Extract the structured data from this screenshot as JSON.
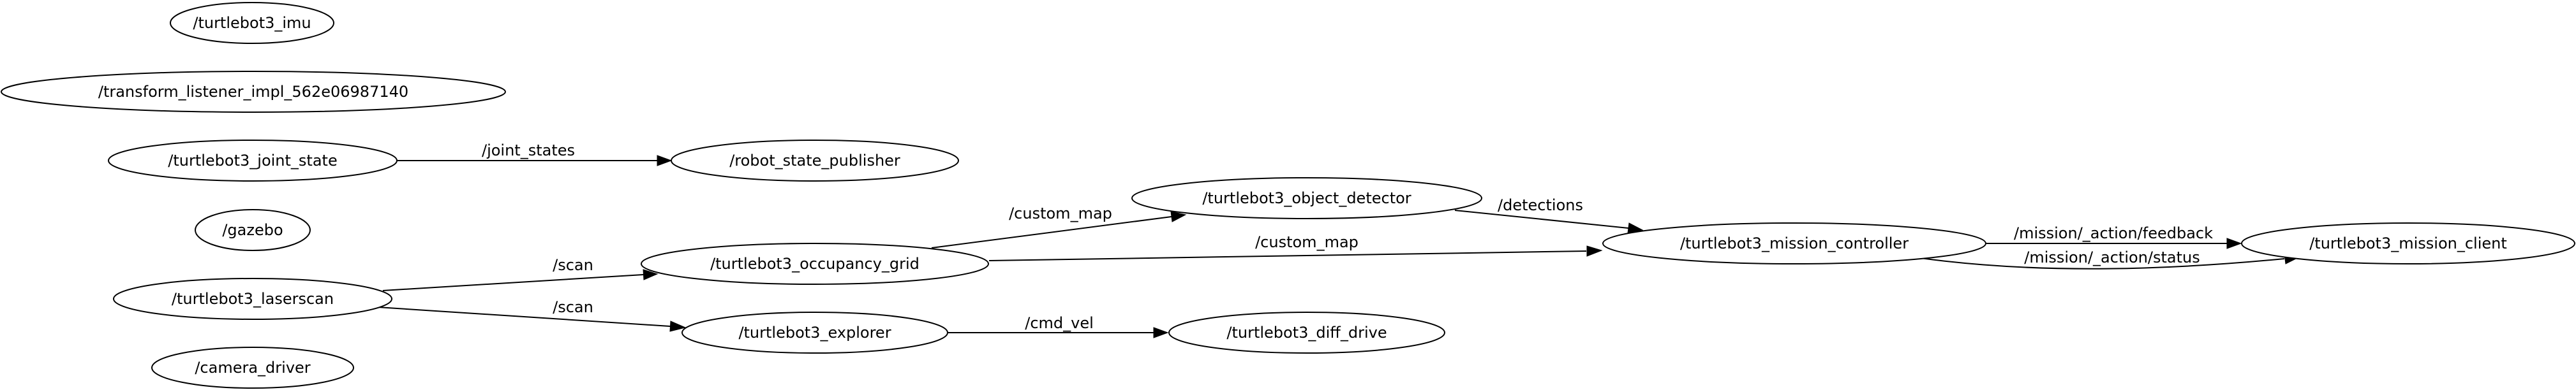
{
  "nodes": [
    {
      "id": "imu",
      "label": "/turtlebot3_imu"
    },
    {
      "id": "tf",
      "label": "/transform_listener_impl_562e06987140"
    },
    {
      "id": "joint_state",
      "label": "/turtlebot3_joint_state"
    },
    {
      "id": "rsp",
      "label": "/robot_state_publisher"
    },
    {
      "id": "gazebo",
      "label": "/gazebo"
    },
    {
      "id": "laserscan",
      "label": "/turtlebot3_laserscan"
    },
    {
      "id": "camera",
      "label": "/camera_driver"
    },
    {
      "id": "occupancy",
      "label": "/turtlebot3_occupancy_grid"
    },
    {
      "id": "explorer",
      "label": "/turtlebot3_explorer"
    },
    {
      "id": "object_detector",
      "label": "/turtlebot3_object_detector"
    },
    {
      "id": "diff_drive",
      "label": "/turtlebot3_diff_drive"
    },
    {
      "id": "mission_controller",
      "label": "/turtlebot3_mission_controller"
    },
    {
      "id": "mission_client",
      "label": "/turtlebot3_mission_client"
    }
  ],
  "edges": [
    {
      "id": "e_joint_states",
      "from": "joint_state",
      "to": "rsp",
      "label": "/joint_states"
    },
    {
      "id": "e_scan_occupancy",
      "from": "laserscan",
      "to": "occupancy",
      "label": "/scan"
    },
    {
      "id": "e_scan_explorer",
      "from": "laserscan",
      "to": "explorer",
      "label": "/scan"
    },
    {
      "id": "e_custom_map_detector",
      "from": "occupancy",
      "to": "object_detector",
      "label": "/custom_map"
    },
    {
      "id": "e_custom_map_controller",
      "from": "occupancy",
      "to": "mission_controller",
      "label": "/custom_map"
    },
    {
      "id": "e_detections",
      "from": "object_detector",
      "to": "mission_controller",
      "label": "/detections"
    },
    {
      "id": "e_cmd_vel",
      "from": "explorer",
      "to": "diff_drive",
      "label": "/cmd_vel"
    },
    {
      "id": "e_feedback",
      "from": "mission_controller",
      "to": "mission_client",
      "label": "/mission/_action/feedback"
    },
    {
      "id": "e_status",
      "from": "mission_controller",
      "to": "mission_client",
      "label": "/mission/_action/status"
    }
  ]
}
